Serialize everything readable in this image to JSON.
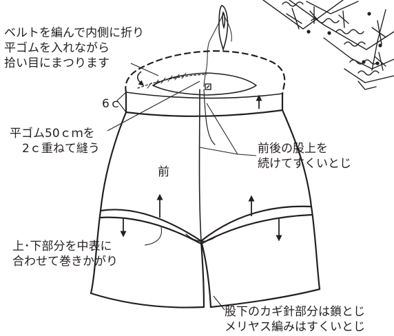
{
  "labels": {
    "belt_fold": {
      "line1": "ベルトを編んで内側に折り",
      "line2": "平ゴムを入れながら",
      "line3": "拾い目にまつります"
    },
    "belt_width": "6ｃ",
    "elastic": {
      "line1": "平ゴム50ｃｍを",
      "line2": "2ｃ重ねて縫う"
    },
    "front": "前",
    "front_back_rise": {
      "line1": "前後の股上を",
      "line2": "続けてすくいとじ"
    },
    "upper_lower_join": {
      "line1": "上･下部分を中表に",
      "line2": "合わせて巻きかがり"
    },
    "inseam": {
      "line1": "股下のカギ針部分は鎖とじ",
      "line2": "メリヤス編みはすくいとじ"
    }
  },
  "colors": {
    "ink": "#231f20",
    "paper": "#ffffff"
  },
  "icons": [
    "sewing-needle-icon",
    "crochet-lace-motif-icon"
  ]
}
